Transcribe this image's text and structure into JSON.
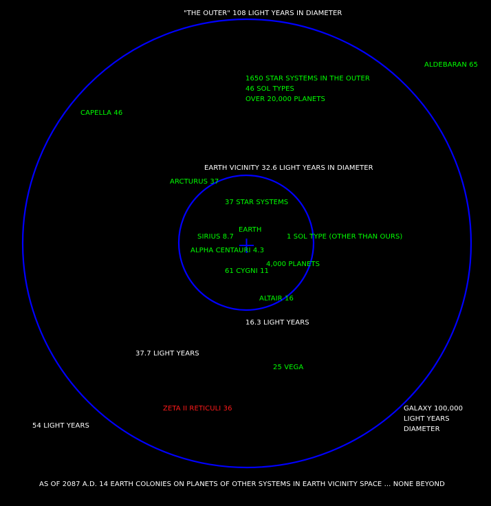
{
  "colors": {
    "background": "#000000",
    "ring": "#0000ff",
    "white_text": "#ffffff",
    "star_text": "#00ff00",
    "alien_text": "#ff1a1a"
  },
  "titles": {
    "outer": "\"THE OUTER\" 108 LIGHT YEARS IN DIAMETER",
    "inner": "EARTH VICINITY 32.6 LIGHT YEARS IN DIAMETER"
  },
  "outer_stats": {
    "systems": "1650 STAR SYSTEMS IN THE OUTER",
    "sol_types": "46 SOL TYPES",
    "planets": "OVER 20,000 PLANETS"
  },
  "inner_stats": {
    "systems": "37 STAR SYSTEMS",
    "sol_types": "1 SOL TYPE (OTHER THAN OURS)",
    "planets": "4,000 PLANETS"
  },
  "center": {
    "label": "EARTH",
    "marker": "+"
  },
  "stars": {
    "aldebaran": "ALDEBARAN 65",
    "capella": "CAPELLA 46",
    "arcturus": "ARCTURUS 37",
    "sirius": "SIRIUS 8.7",
    "alpha_centauri": "ALPHA CENTAURI 4.3",
    "cygni": "61 CYGNI 11",
    "altair": "ALTAIR 16",
    "vega": "25 VEGA",
    "zeta_reticuli": "ZETA II RETICULI 36"
  },
  "distances": {
    "inner_radius": "16.3 LIGHT YEARS",
    "mid": "37.7 LIGHT YEARS",
    "outer_radius": "54 LIGHT YEARS"
  },
  "galaxy": {
    "line1": "GALAXY 100,000",
    "line2": "LIGHT YEARS",
    "line3": "DIAMETER"
  },
  "footer": "AS OF 2087 A.D. 14 EARTH COLONIES ON PLANETS OF OTHER SYSTEMS IN EARTH VICINITY SPACE ... NONE BEYOND"
}
